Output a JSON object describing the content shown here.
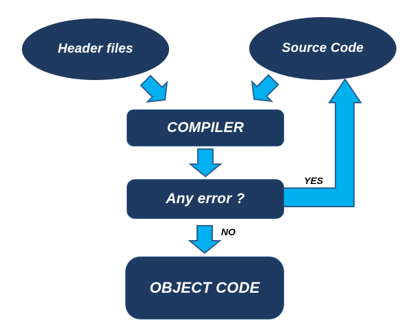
{
  "diagram": {
    "type": "flowchart",
    "colors": {
      "shape_fill": "#1f3a60",
      "shape_text": "#ffffff",
      "arrow_fill": "#00b0f0",
      "arrow_stroke": "#2e5f8f",
      "label_text": "#000000",
      "background": "#ffffff"
    },
    "nodes": {
      "header_files": {
        "label": "Header files",
        "shape": "ellipse"
      },
      "source_code": {
        "label": "Source Code",
        "shape": "ellipse"
      },
      "compiler": {
        "label": "COMPILER",
        "shape": "rounded-rect"
      },
      "any_error": {
        "label": "Any error ?",
        "shape": "rounded-rect"
      },
      "object_code": {
        "label": "OBJECT CODE",
        "shape": "rounded-rect"
      }
    },
    "edges": [
      {
        "from": "header_files",
        "to": "compiler",
        "label": ""
      },
      {
        "from": "source_code",
        "to": "compiler",
        "label": ""
      },
      {
        "from": "compiler",
        "to": "any_error",
        "label": ""
      },
      {
        "from": "any_error",
        "to": "source_code",
        "label": "YES"
      },
      {
        "from": "any_error",
        "to": "object_code",
        "label": "NO"
      }
    ]
  }
}
